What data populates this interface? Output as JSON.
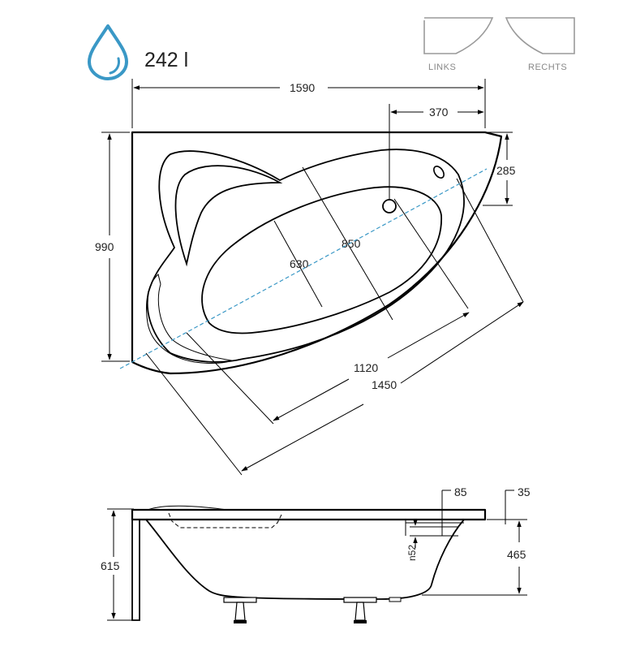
{
  "volume": {
    "value": "242 l",
    "color": "#3a98c6"
  },
  "orientation": {
    "left_label": "LINKS",
    "right_label": "RECHTS",
    "label_color": "#888888"
  },
  "top_view": {
    "width": "1590",
    "depth": "990",
    "drain_offset": "370",
    "drain_depth_offset": "285",
    "inner_width": "630",
    "inner_length": "850",
    "bottom_length": "1120",
    "diagonal_length": "1450",
    "axis_color": "#3a98c6"
  },
  "side_view": {
    "rim_width": "85",
    "rim_thickness": "35",
    "overflow_label": "n52",
    "inner_height": "465",
    "total_height": "615"
  }
}
